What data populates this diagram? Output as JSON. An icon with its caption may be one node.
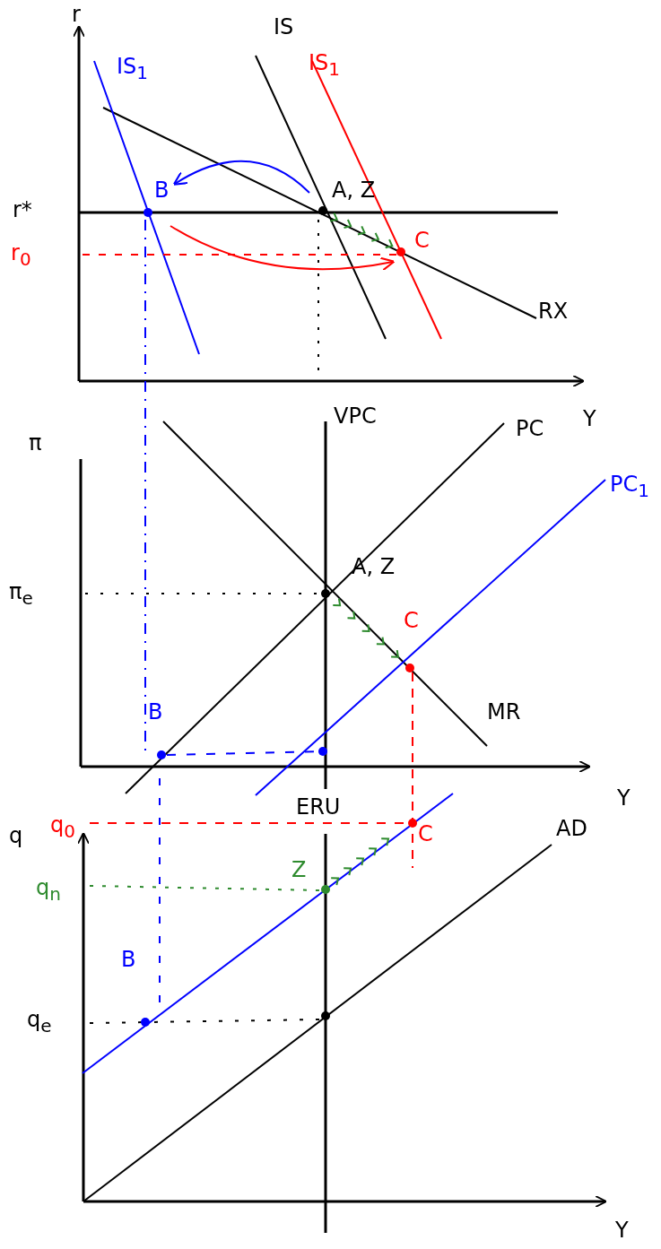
{
  "diagram": {
    "labels": [
      "r",
      "IS",
      "IS$_{1}$",
      "IS$_{1}$",
      "A, Z",
      "B",
      "r*",
      "C",
      "r$_{0}$",
      "RX",
      "Y",
      "π",
      "VPC",
      "PC",
      "PC$_{1}$",
      "π$_{e}$",
      "A, Z",
      "C",
      "MR",
      "B",
      "Y",
      "ERU",
      "q",
      "q$_{0}$",
      "q$_{n}$",
      "Z",
      "C",
      "AD",
      "B",
      "q$_{e}$",
      "Y"
    ]
  }
}
